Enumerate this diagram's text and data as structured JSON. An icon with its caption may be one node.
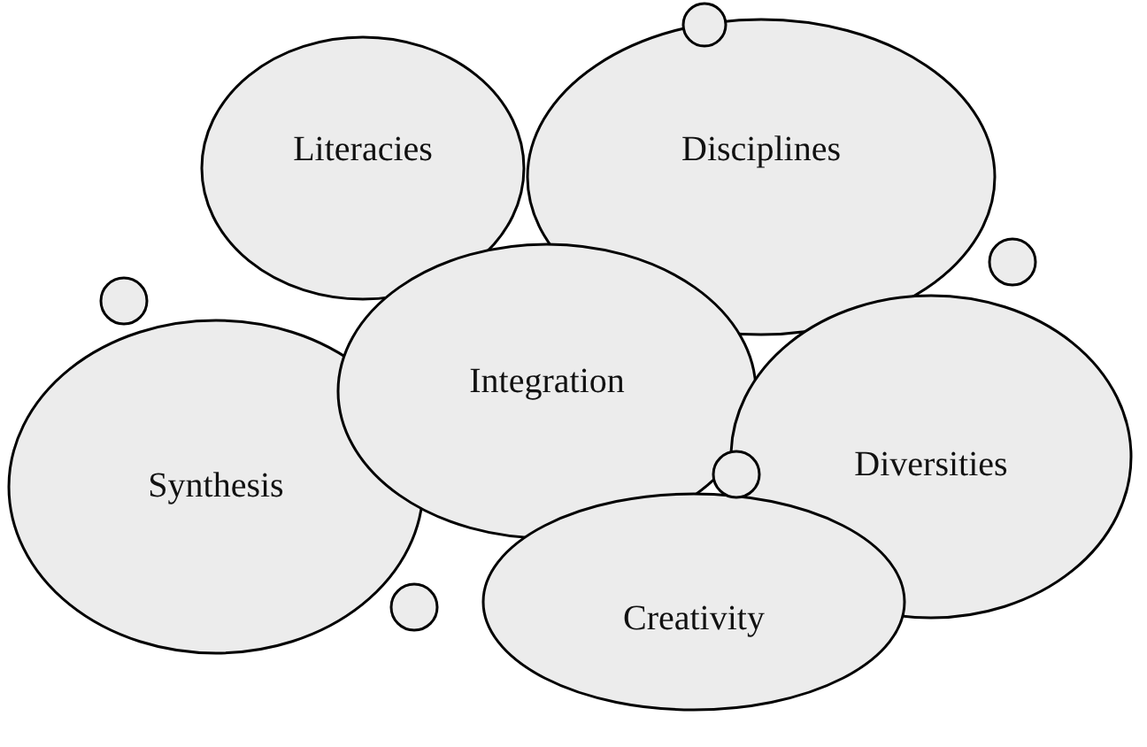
{
  "diagram": {
    "nodes": [
      {
        "text": [
          "Literacies"
        ]
      },
      {
        "text": [
          "Disciplines"
        ]
      },
      {
        "text": [
          "Integration"
        ]
      },
      {
        "text": [
          "Synthesis"
        ]
      },
      {
        "text": [
          "Diversities"
        ]
      },
      {
        "text": [
          "Creativity"
        ]
      },
      {
        "text": [],
        "shape": "circle"
      },
      {
        "text": [],
        "shape": "circle"
      },
      {
        "text": [],
        "shape": "circle"
      },
      {
        "text": [],
        "shape": "circle"
      },
      {
        "text": [],
        "shape": "circle"
      }
    ]
  }
}
